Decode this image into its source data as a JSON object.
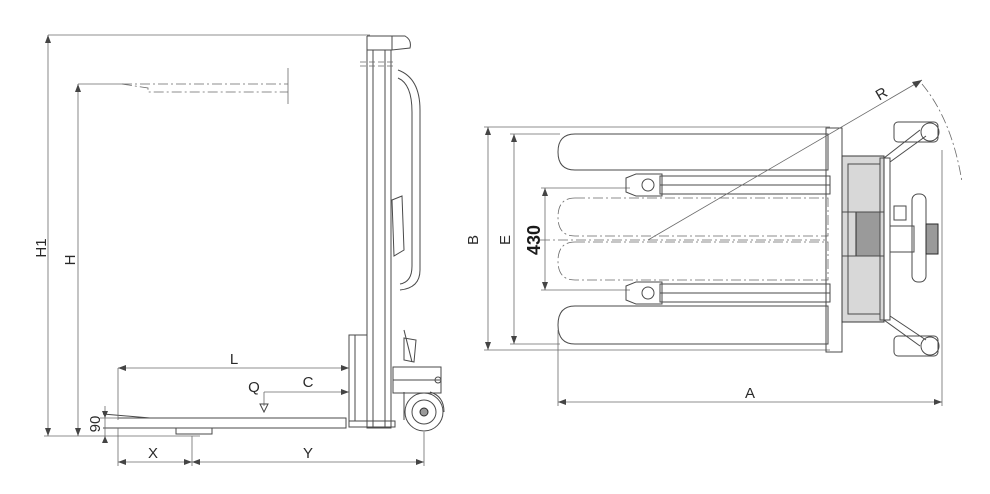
{
  "side_view": {
    "labels": {
      "h1": "H1",
      "h": "H",
      "l": "L",
      "q": "Q",
      "c": "C",
      "x": "X",
      "y": "Y",
      "ninety": "90"
    }
  },
  "top_view": {
    "labels": {
      "b": "B",
      "e": "E",
      "value": "430",
      "r": "R",
      "a": "A"
    }
  }
}
